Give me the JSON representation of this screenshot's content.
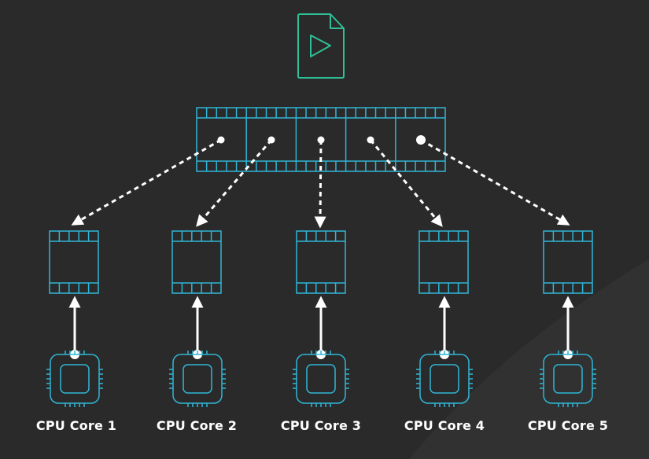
{
  "colors": {
    "background": "#2a2a2a",
    "background_arc": "#323232",
    "film_stroke": "#2fb6d6",
    "file_icon_stroke": "#2fbf96",
    "arrow": "#ffffff",
    "label_text": "#ffffff"
  },
  "icons": {
    "top": "video-file-icon",
    "strip": "film-strip-icon",
    "frame": "film-frame-icon",
    "core": "cpu-chip-icon"
  },
  "cores": [
    {
      "label": "CPU Core 1"
    },
    {
      "label": "CPU Core 2"
    },
    {
      "label": "CPU Core 3"
    },
    {
      "label": "CPU Core 4"
    },
    {
      "label": "CPU Core 5"
    }
  ]
}
